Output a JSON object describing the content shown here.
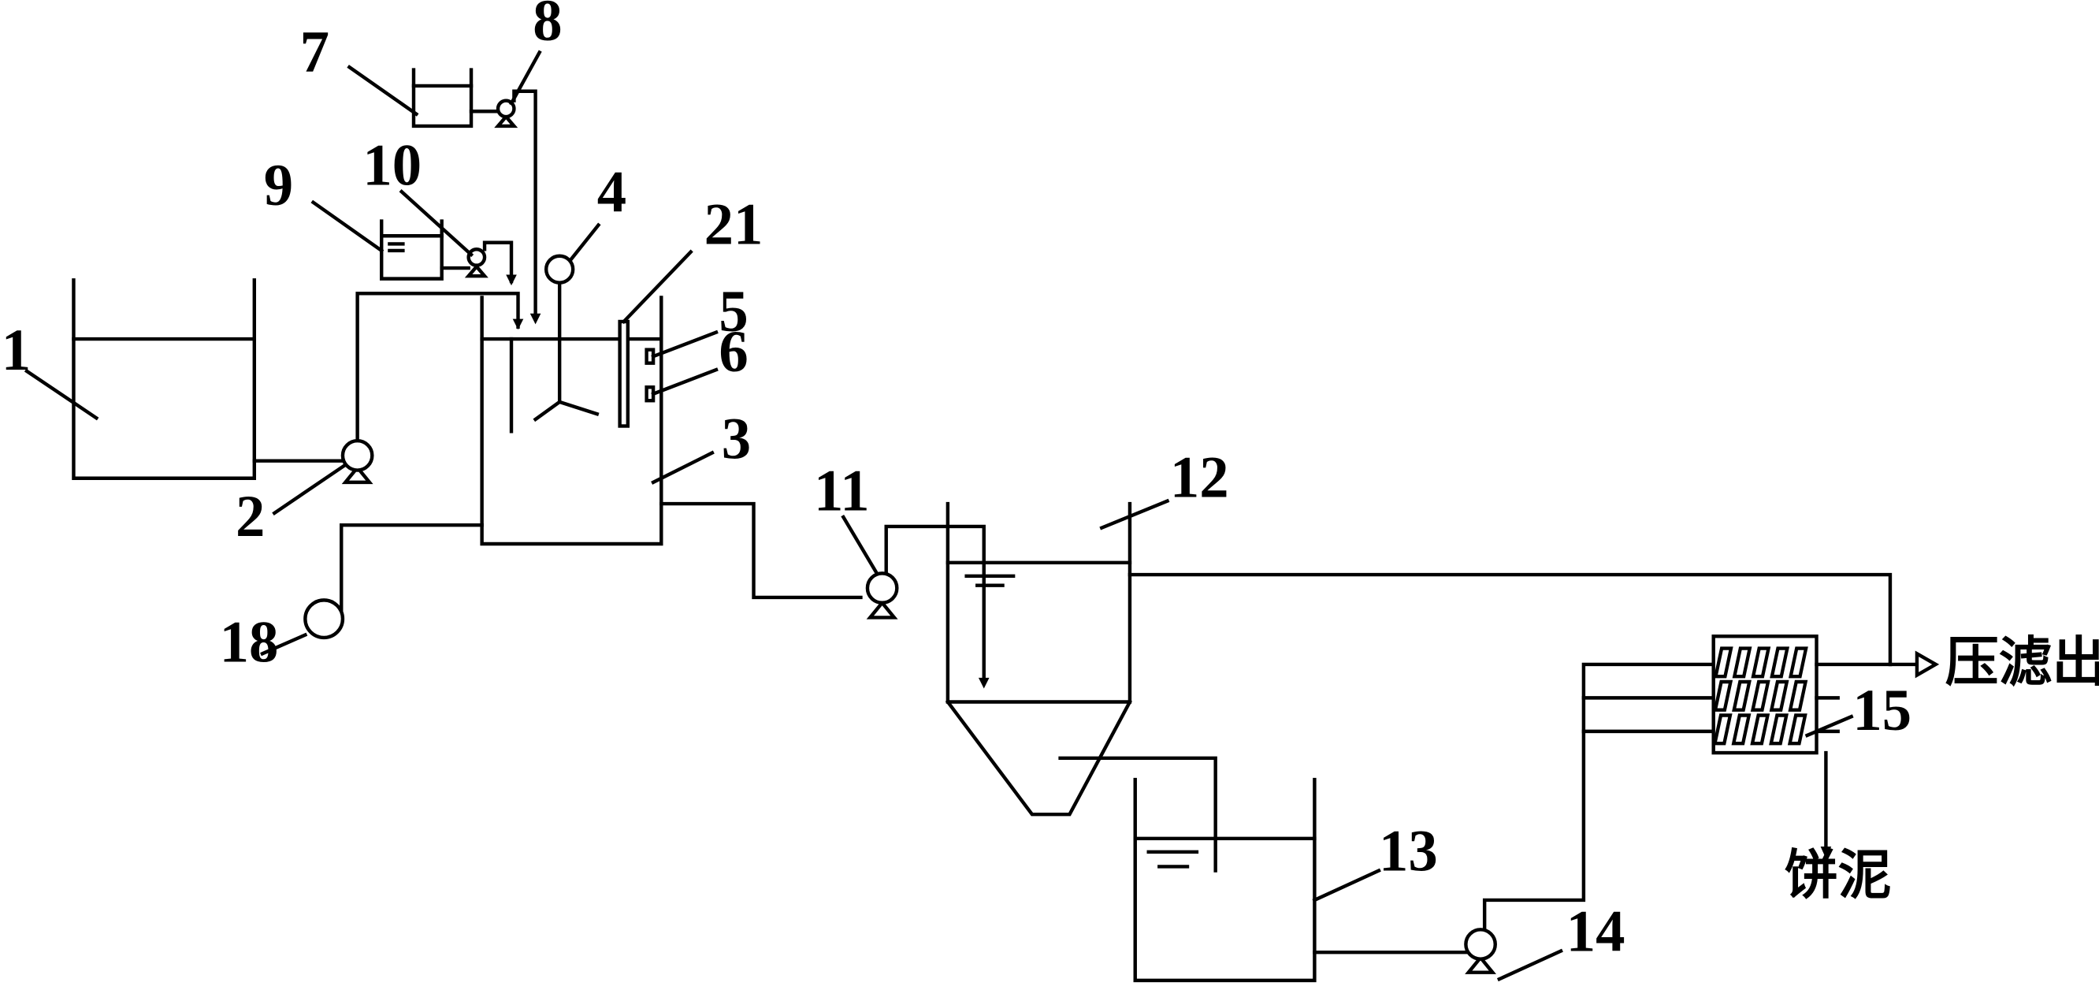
{
  "labels": {
    "n1": "1",
    "n2": "2",
    "n3": "3",
    "n4": "4",
    "n5": "5",
    "n6": "6",
    "n7": "7",
    "n8": "8",
    "n9": "9",
    "n10": "10",
    "n11": "11",
    "n12": "12",
    "n13": "13",
    "n14": "14",
    "n15": "15",
    "n18": "18",
    "n21": "21"
  },
  "outputs": {
    "filtrate": "压滤出水",
    "filter_cake": "饼泥"
  }
}
